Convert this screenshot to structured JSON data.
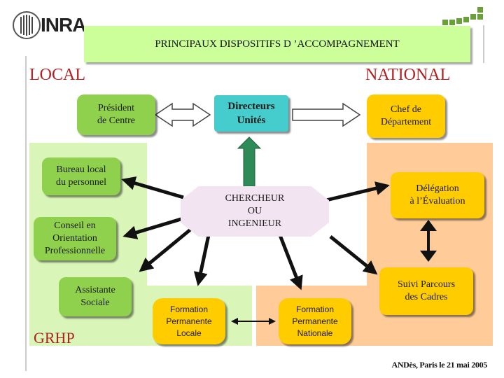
{
  "header": {
    "logo_text": "INRA",
    "title": "PRINCIPAUX DISPOSITIFS D ’ACCOMPAGNEMENT"
  },
  "sides": {
    "local": "LOCAL",
    "national": "NATIONAL"
  },
  "nodes": {
    "president": "Président\nde Centre",
    "directeurs": "Directeurs\nUnités",
    "chef": "Chef de\nDépartement",
    "bureau": "Bureau local\ndu personnel",
    "chercheur": "CHERCHEUR\nOU\nINGENIEUR",
    "delegation": "Délégation\nà l’Évaluation",
    "conseil": "Conseil en\nOrientation\nProfessionnelle",
    "assistante": "Assistante\nSociale",
    "suivi": "Suivi Parcours\ndes Cadres",
    "formation_locale": "Formation\nPermanente\nLocale",
    "formation_nationale": "Formation\nPermanente\nNationale",
    "grhp": "GRHP"
  },
  "footer": {
    "credit": "ANDès, Paris le 21 mai 2005"
  },
  "colors": {
    "green_box": "#8fd04c",
    "green_region": "#d9f5b8",
    "orange_box": "#ffcc00",
    "orange_region": "#ffcc99",
    "teal_box": "#45cccc",
    "banner": "#ccff99",
    "up_arrow": "#2e8b57"
  }
}
